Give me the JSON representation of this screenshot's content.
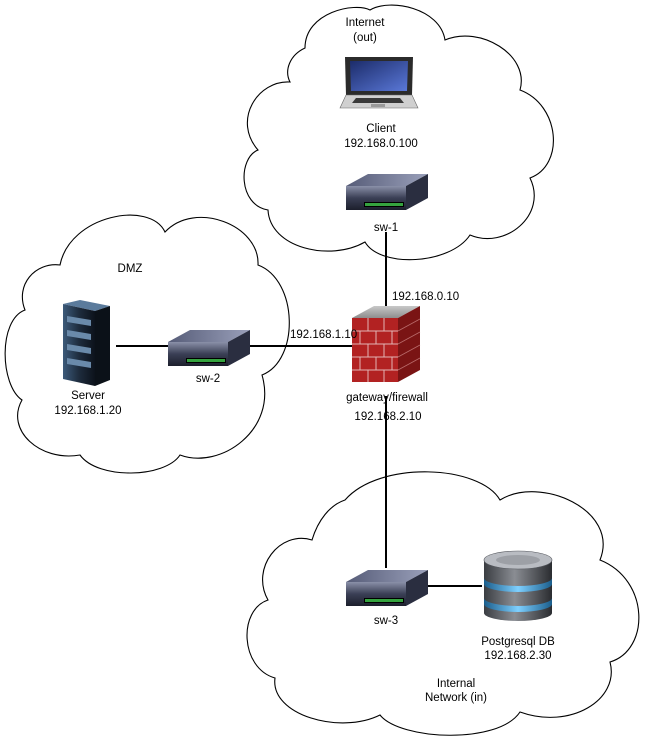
{
  "clouds": {
    "internet": {
      "label_line1": "Internet",
      "label_line2": "(out)"
    },
    "dmz": {
      "label": "DMZ"
    },
    "internal": {
      "label_line1": "Internal",
      "label_line2": "Network (in)"
    }
  },
  "nodes": {
    "client": {
      "name": "Client",
      "ip": "192.168.0.100",
      "icon": "laptop-icon"
    },
    "sw1": {
      "name": "sw-1",
      "icon": "switch-icon"
    },
    "sw2": {
      "name": "sw-2",
      "icon": "switch-icon"
    },
    "sw3": {
      "name": "sw-3",
      "icon": "switch-icon"
    },
    "server": {
      "name": "Server",
      "ip": "192.168.1.20",
      "icon": "server-rack-icon"
    },
    "gateway": {
      "name": "gateway/firewall",
      "icon": "firewall-icon"
    },
    "db": {
      "name": "Postgresql DB",
      "ip": "192.168.2.30",
      "icon": "database-icon"
    }
  },
  "interfaces": {
    "gw_out": "192.168.0.10",
    "gw_dmz": "192.168.1.10",
    "gw_in": "192.168.2.10"
  }
}
